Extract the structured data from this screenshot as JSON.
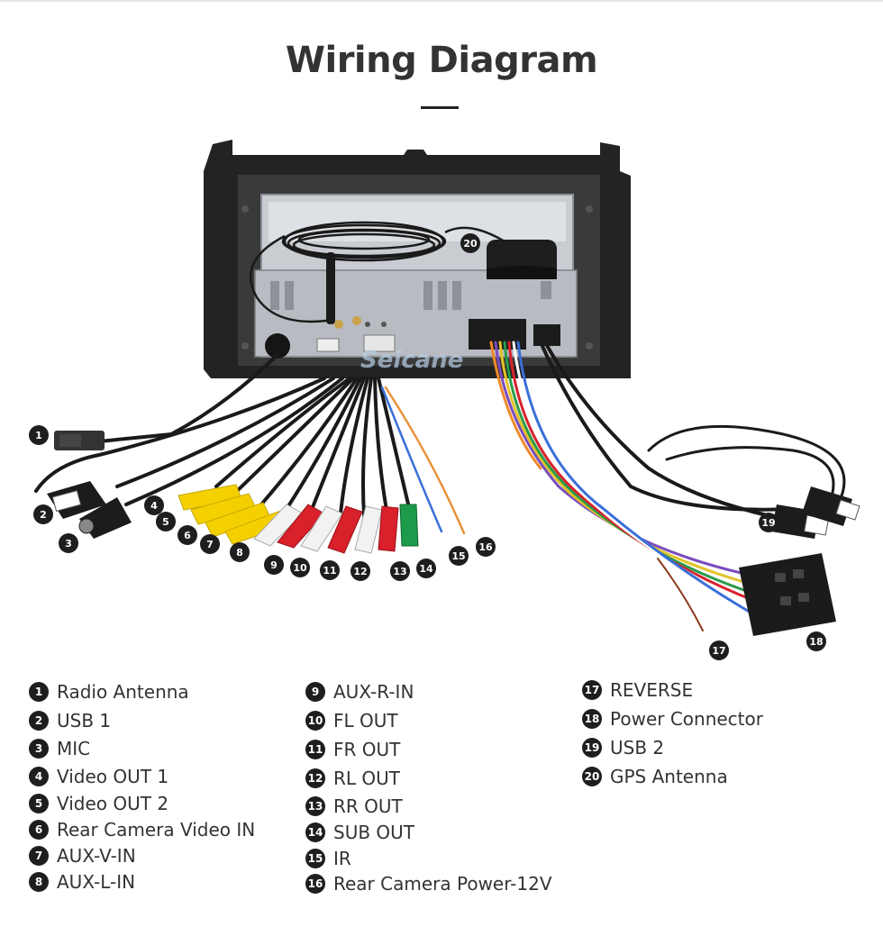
{
  "title": "Wiring Diagram",
  "watermark": "Seicane",
  "legend": [
    {
      "num": "1",
      "label": "Radio Antenna"
    },
    {
      "num": "2",
      "label": "USB 1"
    },
    {
      "num": "3",
      "label": "MIC"
    },
    {
      "num": "4",
      "label": "Video OUT 1"
    },
    {
      "num": "5",
      "label": "Video OUT 2"
    },
    {
      "num": "6",
      "label": "Rear Camera Video IN"
    },
    {
      "num": "7",
      "label": "AUX-V-IN"
    },
    {
      "num": "8",
      "label": "AUX-L-IN"
    },
    {
      "num": "9",
      "label": "AUX-R-IN"
    },
    {
      "num": "10",
      "label": "FL OUT"
    },
    {
      "num": "11",
      "label": "FR OUT"
    },
    {
      "num": "12",
      "label": "RL OUT"
    },
    {
      "num": "13",
      "label": "RR OUT"
    },
    {
      "num": "14",
      "label": "SUB OUT"
    },
    {
      "num": "15",
      "label": "IR"
    },
    {
      "num": "16",
      "label": "Rear Camera Power-12V"
    },
    {
      "num": "17",
      "label": "REVERSE"
    },
    {
      "num": "18",
      "label": "Power Connector"
    },
    {
      "num": "19",
      "label": "USB 2"
    },
    {
      "num": "20",
      "label": "GPS Antenna"
    }
  ],
  "colors": {
    "marker": "#1e1e1e",
    "rca_yellow": "#f5d000",
    "rca_white": "#f2f2f2",
    "rca_red": "#d8212b",
    "rca_green": "#1d9a4a",
    "cable": "#1a1a1a"
  }
}
